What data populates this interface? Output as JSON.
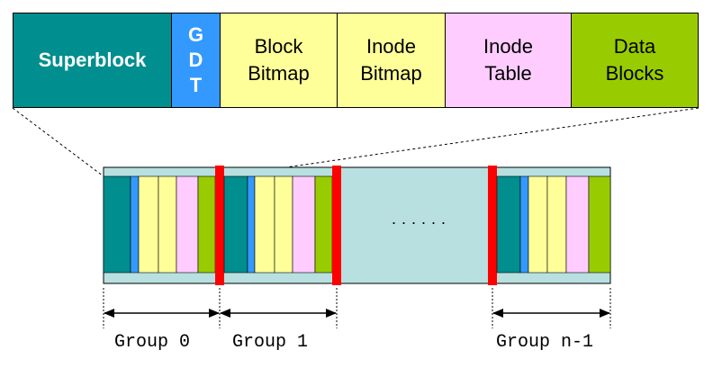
{
  "colors": {
    "superblock": "#008E8E",
    "gdt": "#3399FF",
    "block_bitmap": "#FFFF99",
    "inode_bitmap": "#FFFF99",
    "inode_table": "#FFCCFF",
    "data_blocks": "#99CC00",
    "gap": "#B8E0E0",
    "separator": "#FF0000"
  },
  "layout_block": {
    "superblock": "Superblock",
    "gdt": "G\nD\nT",
    "block_bitmap": "Block\nBitmap",
    "inode_bitmap": "Inode\nBitmap",
    "inode_table": "Inode\nTable",
    "data_blocks": "Data\nBlocks"
  },
  "disk": {
    "ellipsis": "· · · · · ·"
  },
  "groups": {
    "group0": "Group 0",
    "group1": "Group 1",
    "groupn": "Group n-1"
  }
}
